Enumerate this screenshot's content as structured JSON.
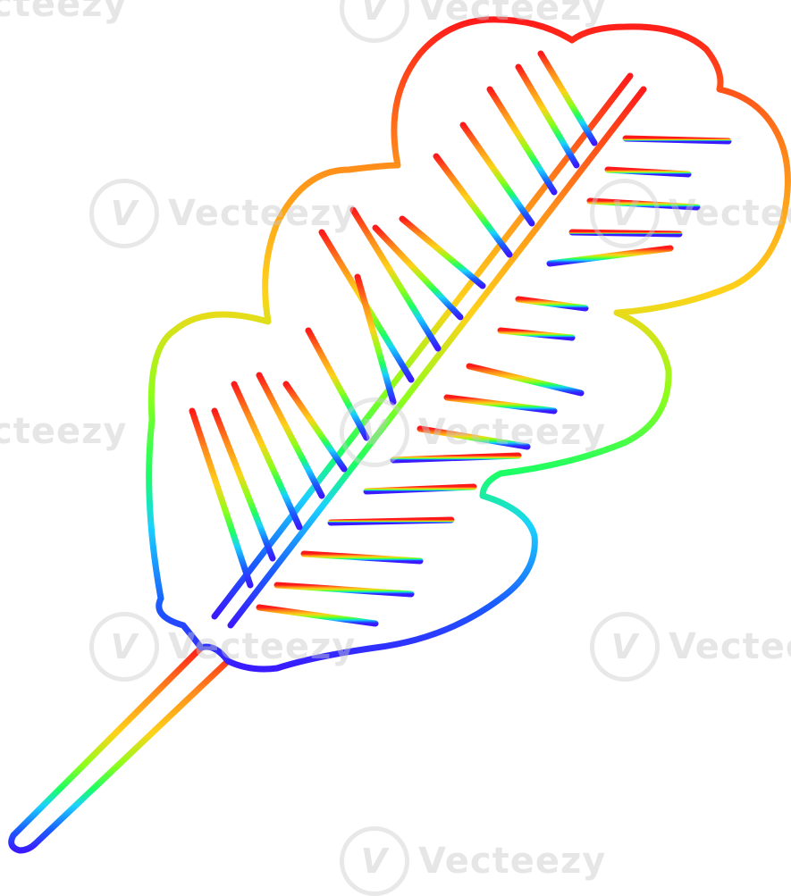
{
  "illustration": {
    "subject": "feather-leaf",
    "style": "rainbow gradient line art",
    "gradient_stops": [
      "#ff1a1a",
      "#ff8c1a",
      "#ffd21a",
      "#8cff1a",
      "#1aff66",
      "#1ad2ff",
      "#1a5cff",
      "#3a1aff"
    ]
  },
  "watermark": {
    "text": "Vecteezy",
    "partial_left": "cteezy",
    "logo_glyph": "V"
  }
}
